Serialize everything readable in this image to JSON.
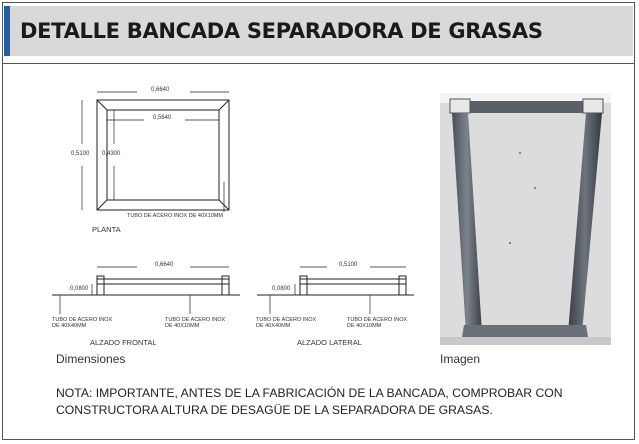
{
  "header": {
    "title": "DETALLE BANCADA SEPARADORA DE GRASAS",
    "accent": "#1f5fa8",
    "background": "#d9d9d9"
  },
  "drawing": {
    "plan": {
      "dim_outer_width": "0,6640",
      "dim_inner_width": "0,5640",
      "dim_outer_height": "0,5100",
      "dim_inner_height": "0,4300",
      "tube_note": "TUBO DE ACERO INOX DE 40X10MM",
      "title": "PLANTA"
    },
    "front": {
      "dim_width": "0,6640",
      "dim_height": "0,0800",
      "tube_left_1": "TUBO DE ACERO INOX",
      "tube_left_2": "DE 40X40MM",
      "tube_right_1": "TUBO DE ACERO INOX",
      "tube_right_2": "DE 40X10MM",
      "title": "ALZADO FRONTAL"
    },
    "side": {
      "dim_width": "0,5100",
      "dim_height": "0,0800",
      "tube_left_1": "TUBO DE ACERO INOX",
      "tube_left_2": "DE 40X40MM",
      "tube_right_1": "TUBO DE ACERO INOX",
      "tube_right_2": "DE 40X10MM",
      "title": "ALZADO LATERAL"
    }
  },
  "captions": {
    "drawing": "Dimensiones",
    "photo": "Imagen"
  },
  "note": {
    "line1": "NOTA: IMPORTANTE, ANTES DE LA FABRICACIÓN DE LA BANCADA, COMPROBAR CON",
    "line2": "CONSTRUCTORA ALTURA DE DESAGÜE DE LA SEPARADORA DE GRASAS."
  }
}
